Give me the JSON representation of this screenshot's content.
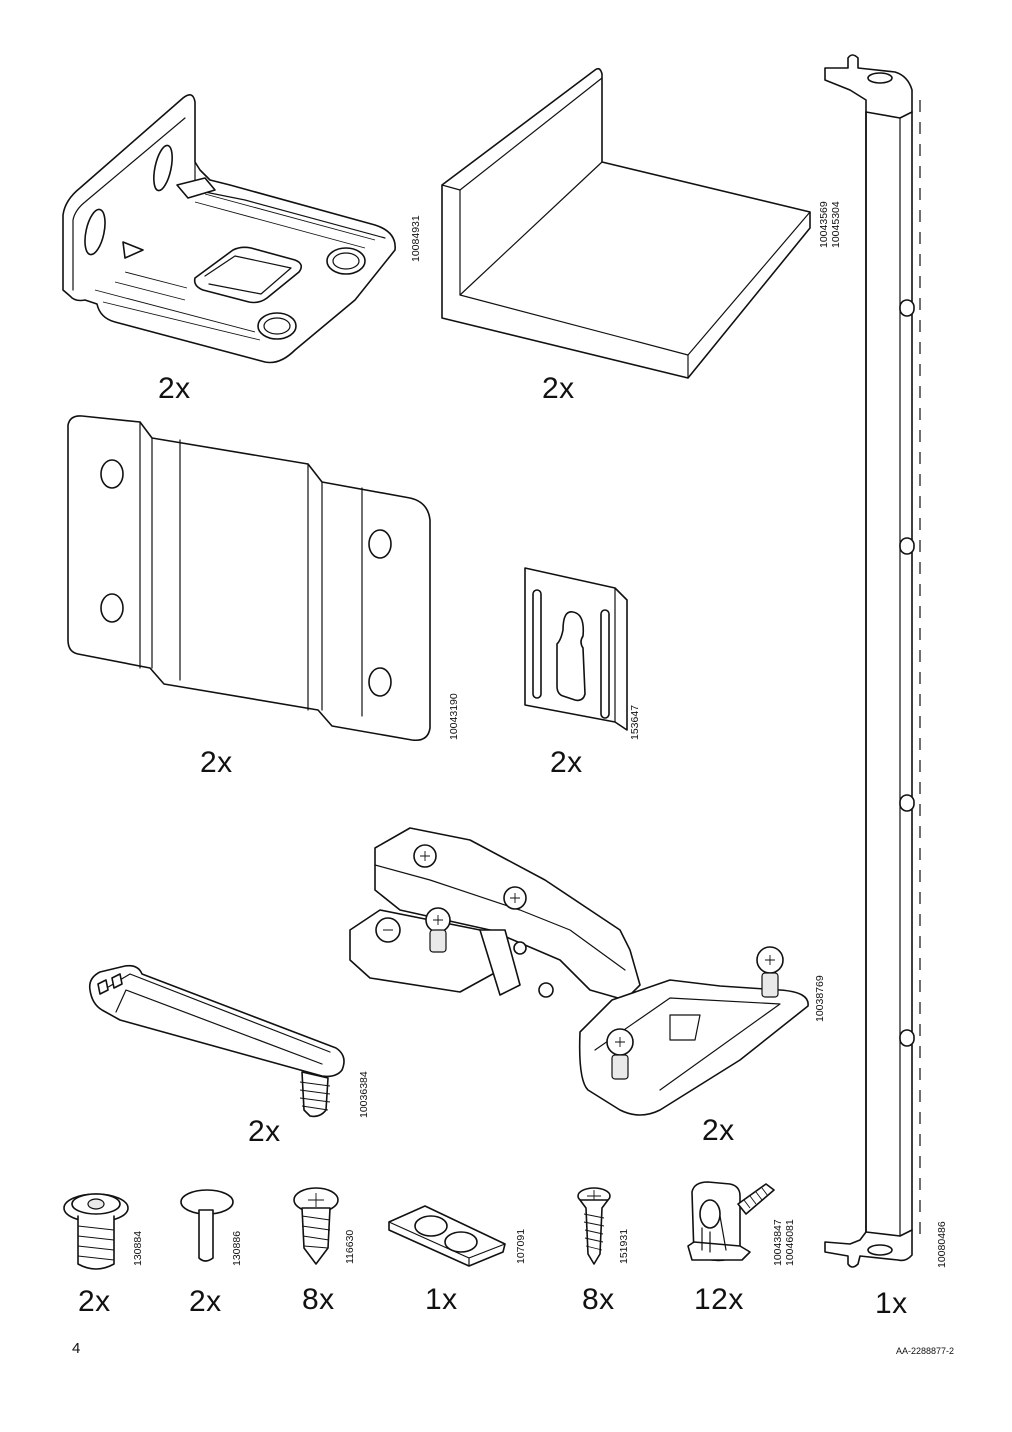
{
  "page": {
    "number": "4",
    "reference": "AA-2288877-2"
  },
  "parts": [
    {
      "id": "angle-bracket",
      "code": [
        "10084931"
      ],
      "qty": "2x",
      "icon": "angle-bracket-icon"
    },
    {
      "id": "l-shelf",
      "code": [
        "10043569",
        "10045304"
      ],
      "qty": "2x",
      "icon": "l-shelf-icon"
    },
    {
      "id": "rail",
      "code": [
        "10080486"
      ],
      "qty": "1x",
      "icon": "rail-icon"
    },
    {
      "id": "mounting-plate",
      "code": [
        "10043190"
      ],
      "qty": "2x",
      "icon": "mounting-plate-icon"
    },
    {
      "id": "keyhole-plate",
      "code": [
        "153647"
      ],
      "qty": "2x",
      "icon": "keyhole-plate-icon"
    },
    {
      "id": "hinge",
      "code": [
        "10038769"
      ],
      "qty": "2x",
      "icon": "hinge-icon"
    },
    {
      "id": "handle",
      "code": [
        "10036384"
      ],
      "qty": "2x",
      "icon": "handle-icon"
    },
    {
      "id": "insert-nut",
      "code": [
        "130884"
      ],
      "qty": "2x",
      "icon": "insert-nut-icon"
    },
    {
      "id": "pin",
      "code": [
        "130886"
      ],
      "qty": "2x",
      "icon": "pin-icon"
    },
    {
      "id": "screw-pan",
      "code": [
        "116630"
      ],
      "qty": "8x",
      "icon": "pan-head-screw-icon"
    },
    {
      "id": "bumpers",
      "code": [
        "107091"
      ],
      "qty": "1x",
      "icon": "bumper-pads-icon"
    },
    {
      "id": "screw-long",
      "code": [
        "151931"
      ],
      "qty": "8x",
      "icon": "countersunk-screw-icon"
    },
    {
      "id": "cam-lock",
      "code": [
        "10043847",
        "10046081"
      ],
      "qty": "12x",
      "icon": "cam-lock-icon"
    }
  ]
}
